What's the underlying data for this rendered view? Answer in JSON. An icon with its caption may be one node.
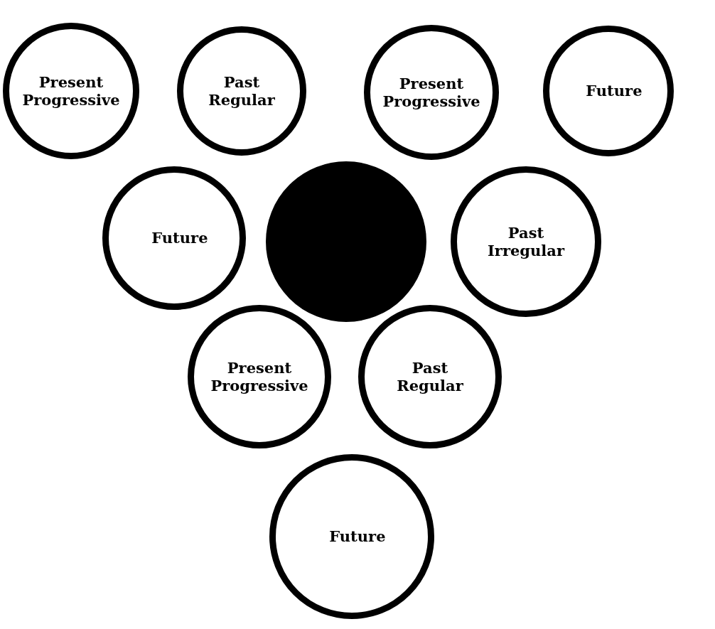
{
  "diagram": {
    "nodes": [
      {
        "text": [
          "Present Progressive"
        ]
      },
      {
        "text": [
          "Past Regular"
        ]
      },
      {
        "text": [
          "Present Progressive"
        ]
      },
      {
        "text": [
          "Future"
        ]
      },
      {
        "text": [
          "Future"
        ]
      },
      {
        "text": [],
        "shape": "circle"
      },
      {
        "text": [
          "Past Irregular"
        ]
      },
      {
        "text": [
          "Present Progressive"
        ]
      },
      {
        "text": [
          "Past Regular"
        ]
      },
      {
        "text": [
          "Future"
        ]
      }
    ]
  }
}
